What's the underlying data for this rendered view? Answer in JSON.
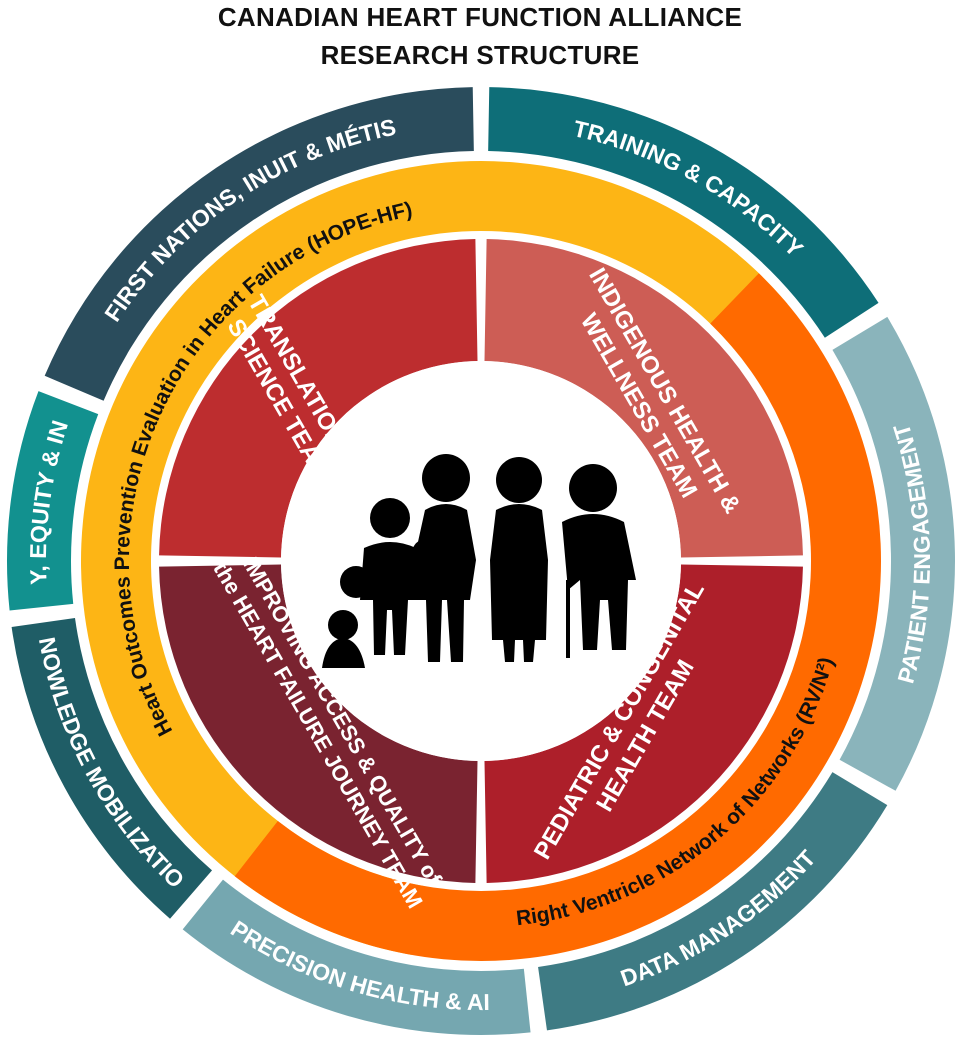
{
  "title": {
    "line1": "CANADIAN HEART FUNCTION ALLIANCE",
    "line2": "RESEARCH STRUCTURE"
  },
  "outer_ring": [
    {
      "label": "FIRST NATIONS, INUIT & MÉTIS",
      "color": "#2a4c5c"
    },
    {
      "label": "TRAINING & CAPACITY",
      "color": "#0e6e78"
    },
    {
      "label": "PATIENT ENGAGEMENT",
      "color": "#8ab4bb"
    },
    {
      "label": "DATA MANAGEMENT",
      "color": "#3e7b84"
    },
    {
      "label": "PRECISION HEALTH & AI",
      "color": "#75a7b0"
    },
    {
      "label": "KNOWLEDGE MOBILIZATION",
      "color": "#1f5d66"
    },
    {
      "label": "DIVERSITY, EQUITY & INCLUSION",
      "color": "#12918f"
    }
  ],
  "middle_ring": [
    {
      "label": "Heart Outcomes Prevention Evaluation in Heart Failure (HOPE-HF)",
      "color": "#fdb515"
    },
    {
      "label": "Right Ventricle Network of Networks (RV/N²)",
      "color": "#ff6a00"
    }
  ],
  "teams": [
    {
      "lines": [
        "TRANSLATIONAL",
        "SCIENCE TEAM"
      ],
      "color": "#bd2d2f"
    },
    {
      "lines": [
        "INDIGENOUS HEALTH &",
        "WELLNESS TEAM"
      ],
      "color": "#cd5d55"
    },
    {
      "lines": [
        "PEDIATRIC & CONGENITAL",
        "HEALTH TEAM"
      ],
      "color": "#ad1f2a"
    },
    {
      "lines": [
        "IMPROVING ACCESS & QUALITY of",
        "the HEART FAILURE JOURNEY TEAM"
      ],
      "color": "#7a2330"
    }
  ],
  "center": {
    "icon": "family-silhouettes-icon"
  }
}
